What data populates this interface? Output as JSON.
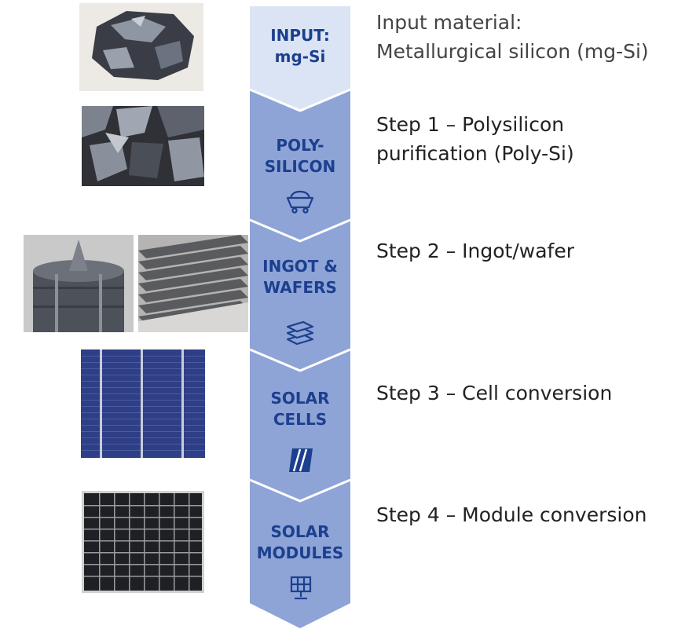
{
  "stages": [
    {
      "label": "INPUT:\nmg-Si",
      "description": "Input material:\nMetallurgical silicon (mg-Si)",
      "icon": "none"
    },
    {
      "label": "POLY-\nSILICON",
      "description": "Step 1 – Polysilicon\npurification (Poly-Si)",
      "icon": "mine-cart-icon"
    },
    {
      "label": "INGOT &\nWAFERS",
      "description": "Step 2 – Ingot/wafer",
      "icon": "stacked-layers-icon"
    },
    {
      "label": "SOLAR\nCELLS",
      "description": "Step 3 – Cell conversion",
      "icon": "solar-cell-icon"
    },
    {
      "label": "SOLAR\nMODULES",
      "description": "Step 4 – Module conversion",
      "icon": "solar-panel-icon"
    }
  ],
  "colors": {
    "arrow_top": "#dbe4f4",
    "arrow_main": "#8ea4d6",
    "label_text": "#1c3f8f",
    "description_text": "#222222"
  }
}
